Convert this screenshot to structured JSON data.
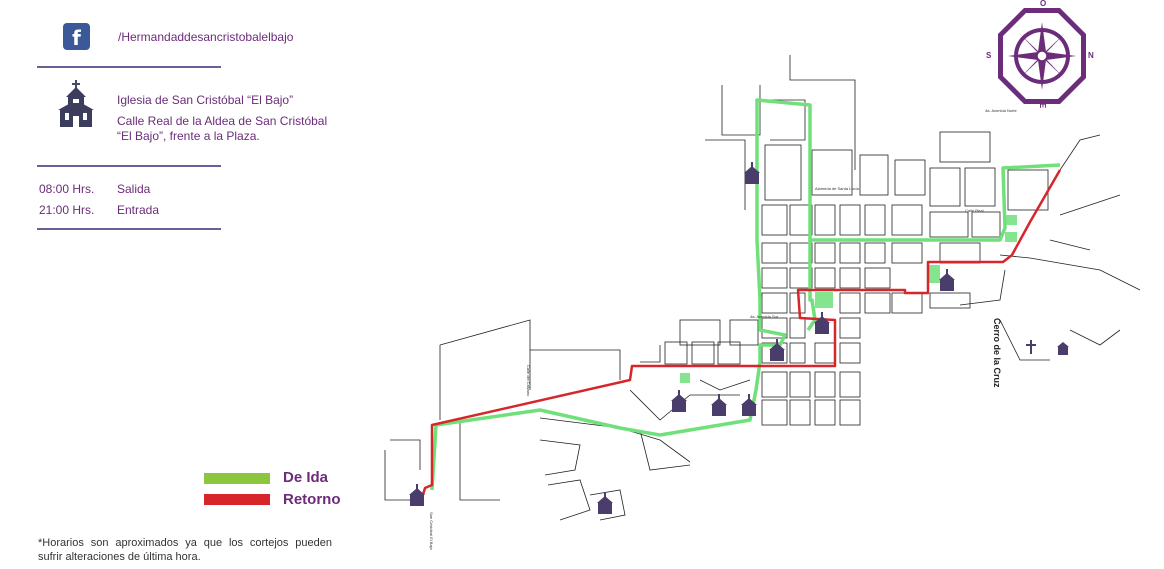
{
  "social": {
    "icon": "facebook-icon",
    "icon_glyph": "f",
    "handle": "/Hermandaddesancristobalelbajo",
    "color": "#3b5998"
  },
  "church": {
    "icon": "church-icon",
    "name": "Iglesia de San Cristóbal “El Bajo”",
    "address_line1": "Calle Real de la Aldea de San Cristóbal",
    "address_line2": "“El Bajo”, frente a la Plaza."
  },
  "schedule": [
    {
      "time": "08:00 Hrs.",
      "label": "Salida"
    },
    {
      "time": "21:00 Hrs.",
      "label": "Entrada"
    }
  ],
  "legend": [
    {
      "label": "De Ida",
      "color": "#8cc63f"
    },
    {
      "label": "Retorno",
      "color": "#d7262b"
    }
  ],
  "footnote": "*Horarios son aproximados ya que los cortejos pueden sufrir alteraciones de última hora.",
  "map": {
    "compass_letters": {
      "n": "N",
      "s": "S",
      "e": "E",
      "o": "O"
    },
    "hill_label": "Cerro de la Cruz",
    "street_labels": {
      "calvario": "Calle del Calvario",
      "avenida_norte": "4a. Avenida Norte",
      "avenida_sur": "4a. Avenida Sur",
      "alameda": "Alameda de Santa Lucía",
      "calle_real": "Calle Real",
      "san_cristobal": "San Cristóbal El Bajo"
    },
    "ida_color": "#6fe07a",
    "retorno_color": "#d7262b",
    "accent_purple": "#6b2c7a"
  }
}
